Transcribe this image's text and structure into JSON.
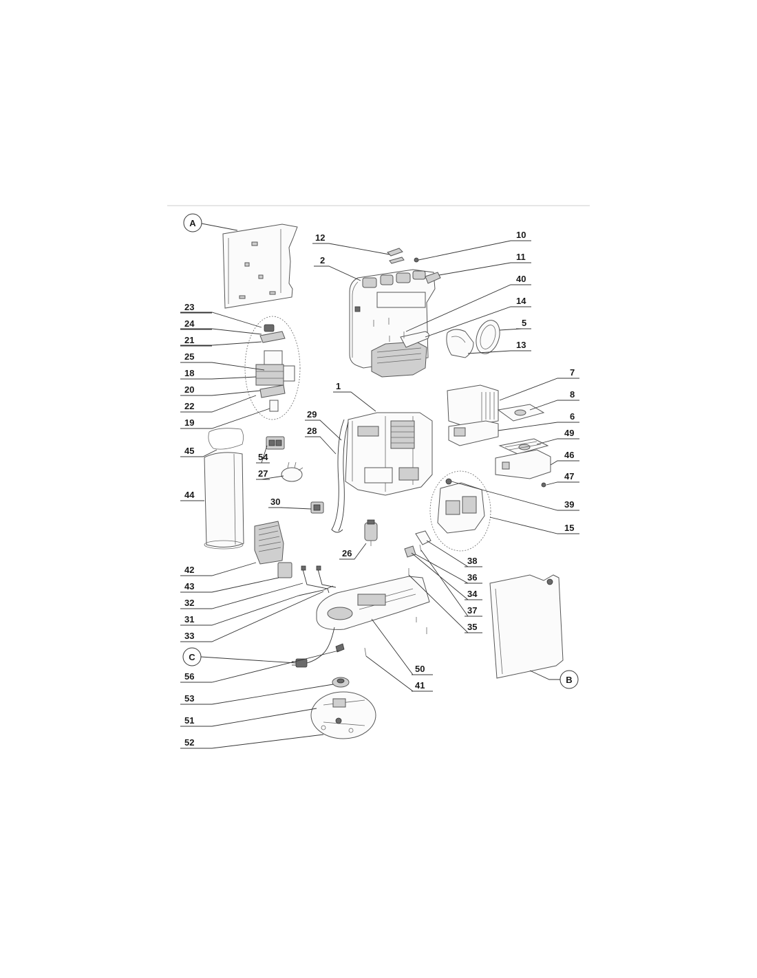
{
  "callouts": {
    "A": "A",
    "B": "B",
    "C": "C"
  },
  "labels": {
    "n1": "1",
    "n2": "2",
    "n5": "5",
    "n6": "6",
    "n7": "7",
    "n8": "8",
    "n10": "10",
    "n11": "11",
    "n12": "12",
    "n13": "13",
    "n14": "14",
    "n15": "15",
    "n18": "18",
    "n19": "19",
    "n20": "20",
    "n21": "21",
    "n22": "22",
    "n23": "23",
    "n24": "24",
    "n25": "25",
    "n26": "26",
    "n27": "27",
    "n28": "28",
    "n29": "29",
    "n30": "30",
    "n31": "31",
    "n32": "32",
    "n33": "33",
    "n34": "34",
    "n35": "35",
    "n36": "36",
    "n37": "37",
    "n38": "38",
    "n39": "39",
    "n40": "40",
    "n41": "41",
    "n42": "42",
    "n43": "43",
    "n44": "44",
    "n45": "45",
    "n46": "46",
    "n47": "47",
    "n49": "49",
    "n50": "50",
    "n51": "51",
    "n52": "52",
    "n53": "53",
    "n54": "54",
    "n56": "56"
  },
  "colors": {
    "line": "#333333",
    "part_fill": "#fbfbfb",
    "part_shade": "#cfcfcf",
    "rule": "#cccccc"
  }
}
